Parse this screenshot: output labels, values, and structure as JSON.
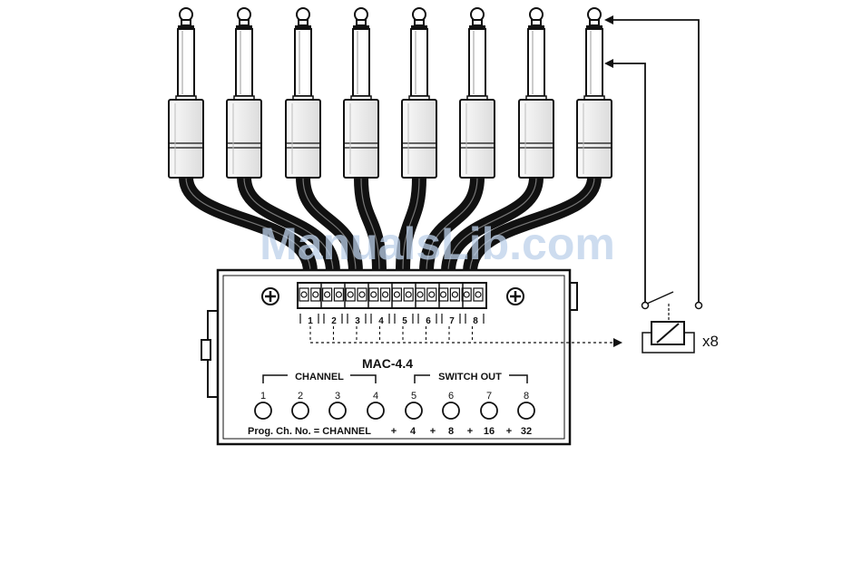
{
  "device": {
    "model": "MAC-4.4",
    "channel_group_label": "CHANNEL",
    "switch_group_label": "SWITCH OUT",
    "buttons": [
      "1",
      "2",
      "3",
      "4",
      "5",
      "6",
      "7",
      "8"
    ],
    "terminal_numbers": [
      "1",
      "2",
      "3",
      "4",
      "5",
      "6",
      "7",
      "8"
    ],
    "prog_formula": {
      "prefix": "Prog. Ch. No. = CHANNEL",
      "plus": "+",
      "values": [
        "4",
        "8",
        "16",
        "32"
      ]
    }
  },
  "jacks": {
    "count": 8
  },
  "relay": {
    "multiplier": "x8"
  },
  "watermark": "ManualsLib.com"
}
